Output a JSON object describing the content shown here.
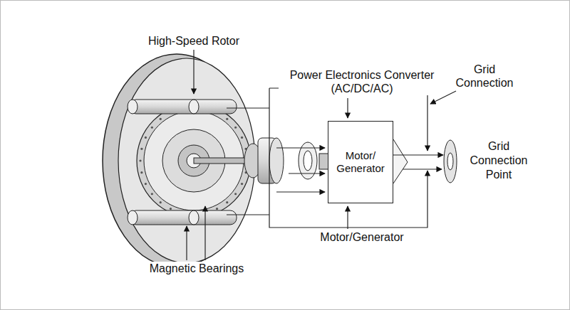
{
  "diagram": {
    "nodes": [
      {
        "text": [
          "Motor/ Generator"
        ]
      },
      {
        "text": [
          "Grid Connection Point"
        ]
      }
    ],
    "edges": [
      {
        "from": 0,
        "to": 1,
        "arrow": "to"
      }
    ],
    "labels": [
      "High-Speed Rotor",
      "Power Electronics Converter (AC/DC/AC)",
      "Grid Connection",
      "Motor/Generator",
      "Magnetic Bearings"
    ]
  }
}
